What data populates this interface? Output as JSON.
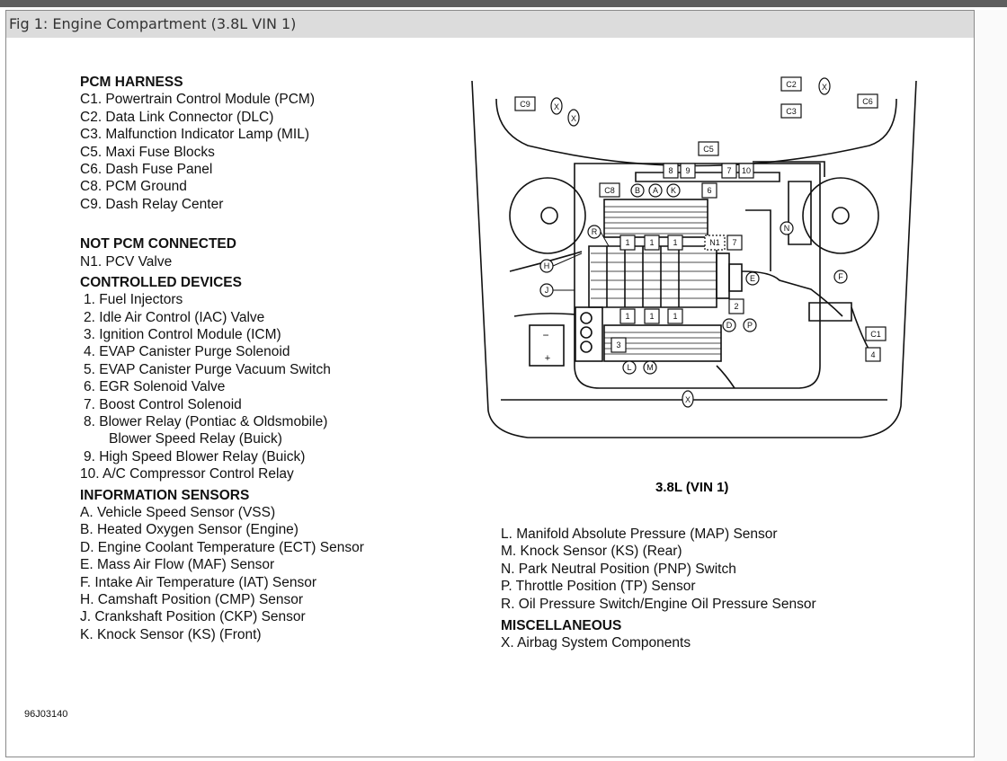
{
  "caption": "Fig 1: Engine Compartment (3.8L VIN 1)",
  "pcm_harness": {
    "heading": "PCM HARNESS",
    "items": [
      "C1. Powertrain Control Module (PCM)",
      "C2. Data Link Connector (DLC)",
      "C3. Malfunction Indicator Lamp (MIL)",
      "C5. Maxi Fuse Blocks",
      "C6. Dash Fuse Panel",
      "C8. PCM Ground",
      "C9. Dash Relay Center"
    ]
  },
  "not_pcm": {
    "heading": "NOT PCM CONNECTED",
    "items": [
      "N1.  PCV Valve"
    ]
  },
  "controlled": {
    "heading": "CONTROLLED DEVICES",
    "items": [
      "1. Fuel Injectors",
      "2. Idle Air Control (IAC) Valve",
      "3. Ignition Control Module (ICM)",
      "4. EVAP Canister Purge Solenoid",
      "5. EVAP Canister Purge Vacuum Switch",
      "6. EGR Solenoid Valve",
      "7. Boost Control Solenoid",
      "8. Blower Relay (Pontiac & Oldsmobile)",
      "Blower Speed Relay (Buick)",
      "9. High Speed Blower Relay (Buick)",
      "10. A/C Compressor Control Relay"
    ]
  },
  "sensors": {
    "heading": "INFORMATION SENSORS",
    "items": [
      "A. Vehicle Speed Sensor (VSS)",
      "B. Heated Oxygen Sensor (Engine)",
      "D. Engine Coolant Temperature (ECT) Sensor",
      "E. Mass Air Flow (MAF) Sensor",
      "F. Intake Air Temperature (IAT) Sensor",
      "H. Camshaft Position (CMP) Sensor",
      "J. Crankshaft Position (CKP) Sensor",
      "K. Knock Sensor (KS) (Front)"
    ]
  },
  "sensors_right": {
    "items": [
      "L. Manifold Absolute Pressure (MAP) Sensor",
      "M. Knock Sensor (KS) (Rear)",
      "N. Park Neutral Position (PNP) Switch",
      "P. Throttle Position (TP) Sensor",
      "R. Oil Pressure Switch/Engine Oil Pressure Sensor"
    ]
  },
  "misc": {
    "heading": "MISCELLANEOUS",
    "items": [
      "X. Airbag System Components"
    ]
  },
  "diagram_title": "3.8L (VIN 1)",
  "figure_number": "96J03140",
  "diagram_labels": {
    "c9": "C9",
    "c2": "C2",
    "c3": "C3",
    "c6": "C6",
    "c5": "C5",
    "c8": "C8",
    "c1": "C1",
    "x": "X",
    "b": "B",
    "a": "A",
    "k": "K",
    "r": "R",
    "h": "H",
    "j": "J",
    "n": "N",
    "e": "E",
    "f": "F",
    "d": "D",
    "p": "P",
    "l": "L",
    "m": "M",
    "n1": "N1",
    "one": "1",
    "two": "2",
    "three": "3",
    "four": "4",
    "six": "6",
    "seven": "7",
    "eight": "8",
    "nine": "9",
    "ten": "10",
    "minus": "−",
    "plus": "+"
  }
}
